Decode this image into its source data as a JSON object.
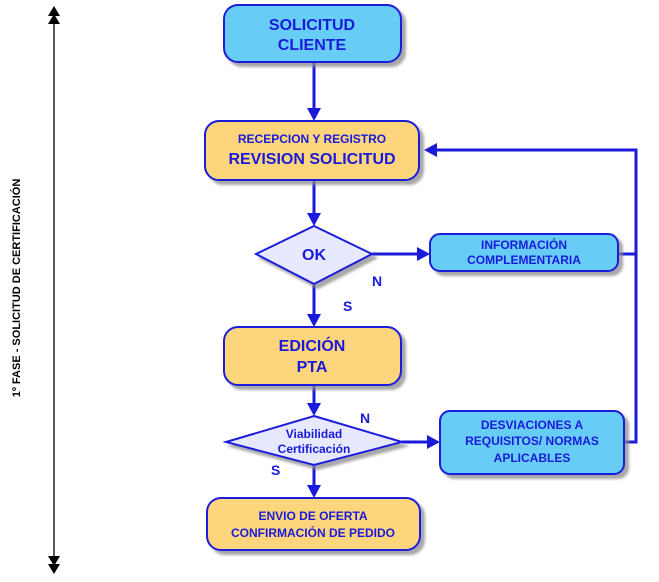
{
  "phase_label": "1º FASE - SOLICITUD DE CERTIFICACIÓN",
  "colors": {
    "line": "#1a1adb",
    "text": "#1a1adb",
    "box_yellow": "#fdd57b",
    "box_blue": "#67cdf6",
    "diamond": "#e6e9ff",
    "timeline": "#000000"
  },
  "nodes": {
    "solicitud_cliente": [
      "SOLICITUD",
      "CLIENTE"
    ],
    "recepcion": [
      "RECEPCION Y REGISTRO",
      "REVISION SOLICITUD"
    ],
    "ok_decision": [
      "OK"
    ],
    "informacion": [
      "INFORMACIÓN",
      "COMPLEMENTARIA"
    ],
    "edicion": [
      "EDICIÓN",
      "PTA"
    ],
    "viabilidad": [
      "Viabilidad",
      "Certificación"
    ],
    "desviaciones": [
      "DESVIACIONES A",
      "REQUISITOS/ NORMAS",
      "APLICABLES"
    ],
    "envio": [
      "ENVIO DE OFERTA",
      "CONFIRMACIÓN  DE PEDIDO"
    ]
  },
  "edge_labels": {
    "ok_no": "N",
    "ok_yes": "S",
    "viab_no": "N",
    "viab_yes": "S"
  }
}
